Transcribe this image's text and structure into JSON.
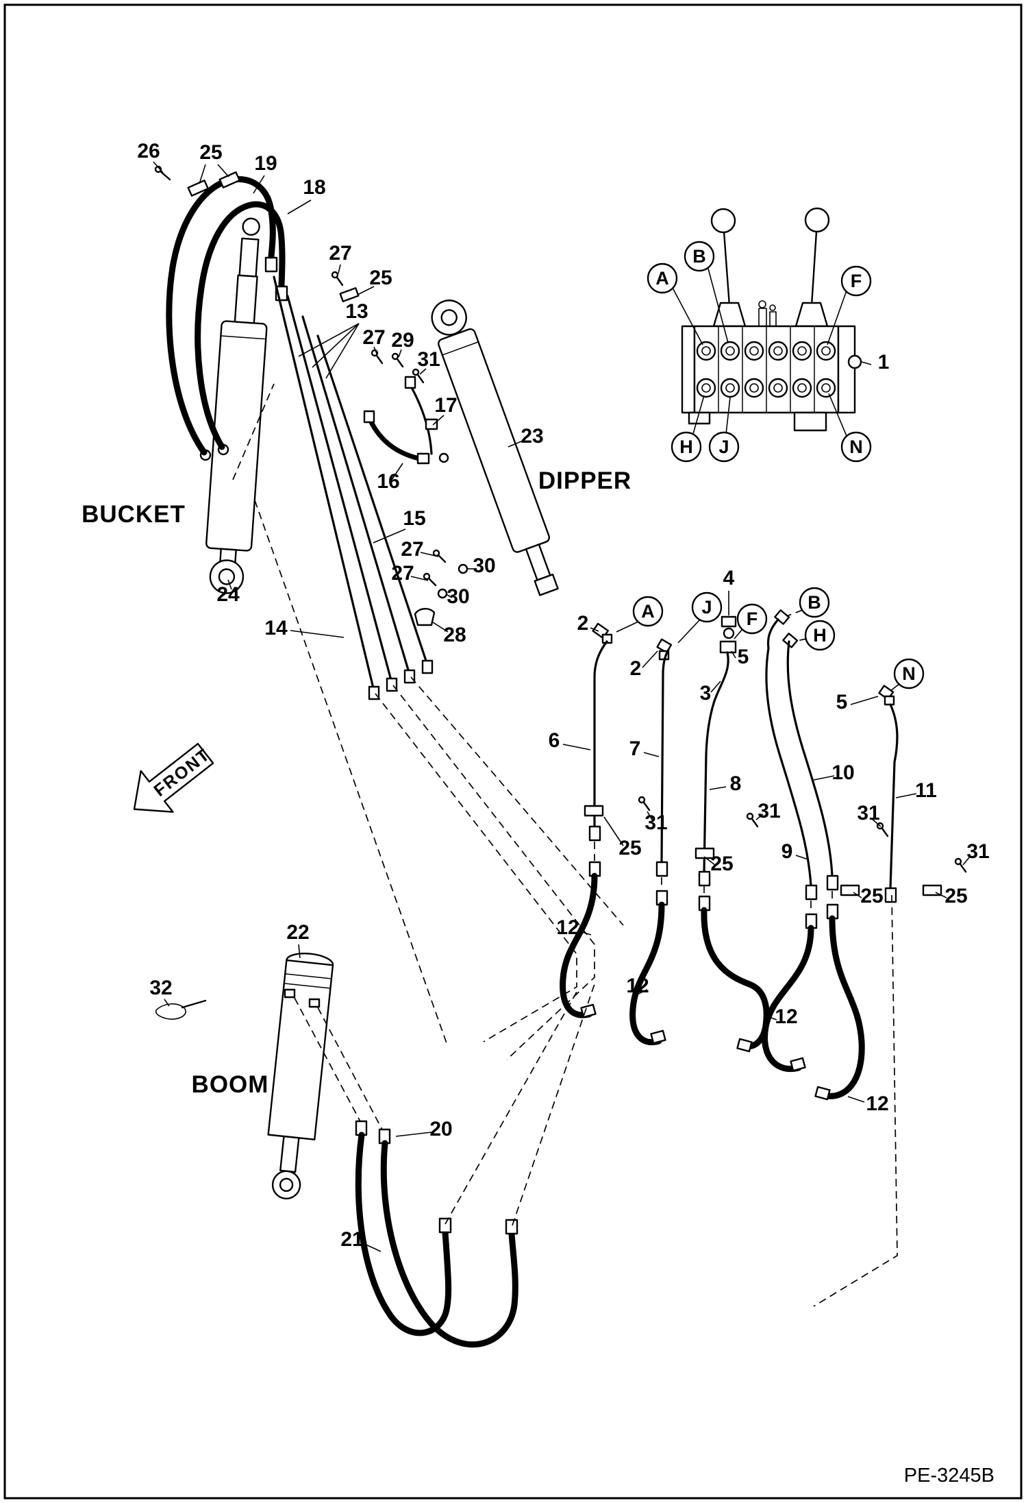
{
  "diagram": {
    "part_code": "PE-3245B",
    "colors": {
      "ink": "#000000",
      "paper": "#ffffff"
    },
    "labels": {
      "bucket": "BUCKET",
      "dipper": "DIPPER",
      "boom": "BOOM",
      "front": "FRONT"
    },
    "ports": {
      "a": "A",
      "b": "B",
      "f": "F",
      "h": "H",
      "j": "J",
      "n": "N"
    },
    "numbers": {
      "n1": "1",
      "n2": "2",
      "n3": "3",
      "n4": "4",
      "n5": "5",
      "n6": "6",
      "n7": "7",
      "n8": "8",
      "n9": "9",
      "n10": "10",
      "n11": "11",
      "n12": "12",
      "n13": "13",
      "n14": "14",
      "n15": "15",
      "n16": "16",
      "n17": "17",
      "n18": "18",
      "n19": "19",
      "n20": "20",
      "n21": "21",
      "n22": "22",
      "n23": "23",
      "n24": "24",
      "n25": "25",
      "n26": "26",
      "n27": "27",
      "n28": "28",
      "n29": "29",
      "n30": "30",
      "n31": "31",
      "n32": "32"
    }
  }
}
